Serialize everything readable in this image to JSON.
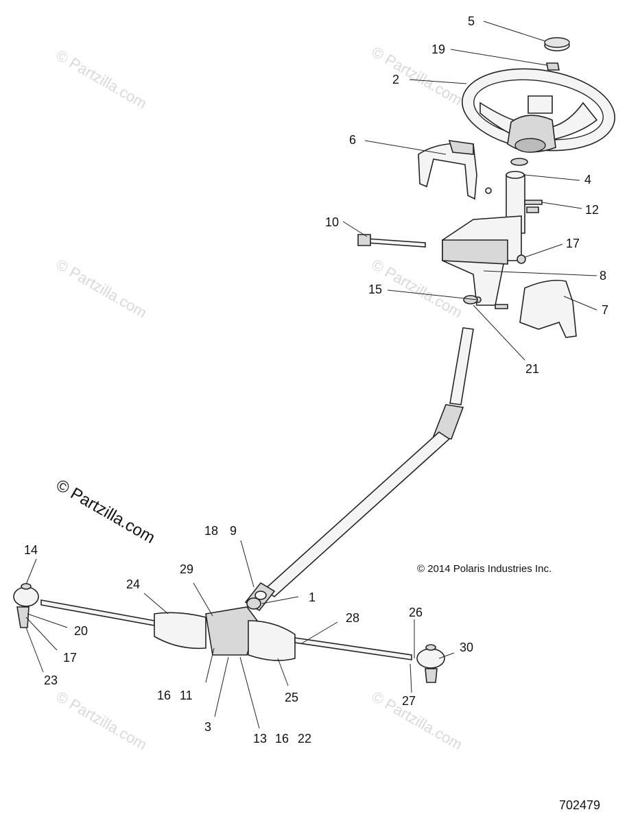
{
  "watermarks": [
    "© Partzilla.com",
    "© Partzilla.com",
    "© Partzilla.com",
    "© Partzilla.com",
    "© Partzilla.com",
    "© Partzilla.com"
  ],
  "watermark_main": "© Partzilla.com",
  "copyright": "© 2014 Polaris Industries Inc.",
  "diagram_id": "702479",
  "callouts": {
    "c5": "5",
    "c19": "19",
    "c2": "2",
    "c6": "6",
    "c4": "4",
    "c12": "12",
    "c10": "10",
    "c17a": "17",
    "c8": "8",
    "c15": "15",
    "c7": "7",
    "c21": "21",
    "c18": "18",
    "c9": "9",
    "c1": "1",
    "c14": "14",
    "c29": "29",
    "c24": "24",
    "c20": "20",
    "c17b": "17",
    "c23": "23",
    "c28": "28",
    "c26": "26",
    "c30": "30",
    "c16a": "16",
    "c11": "11",
    "c25": "25",
    "c27": "27",
    "c3": "3",
    "c13": "13",
    "c16b": "16",
    "c22": "22"
  }
}
